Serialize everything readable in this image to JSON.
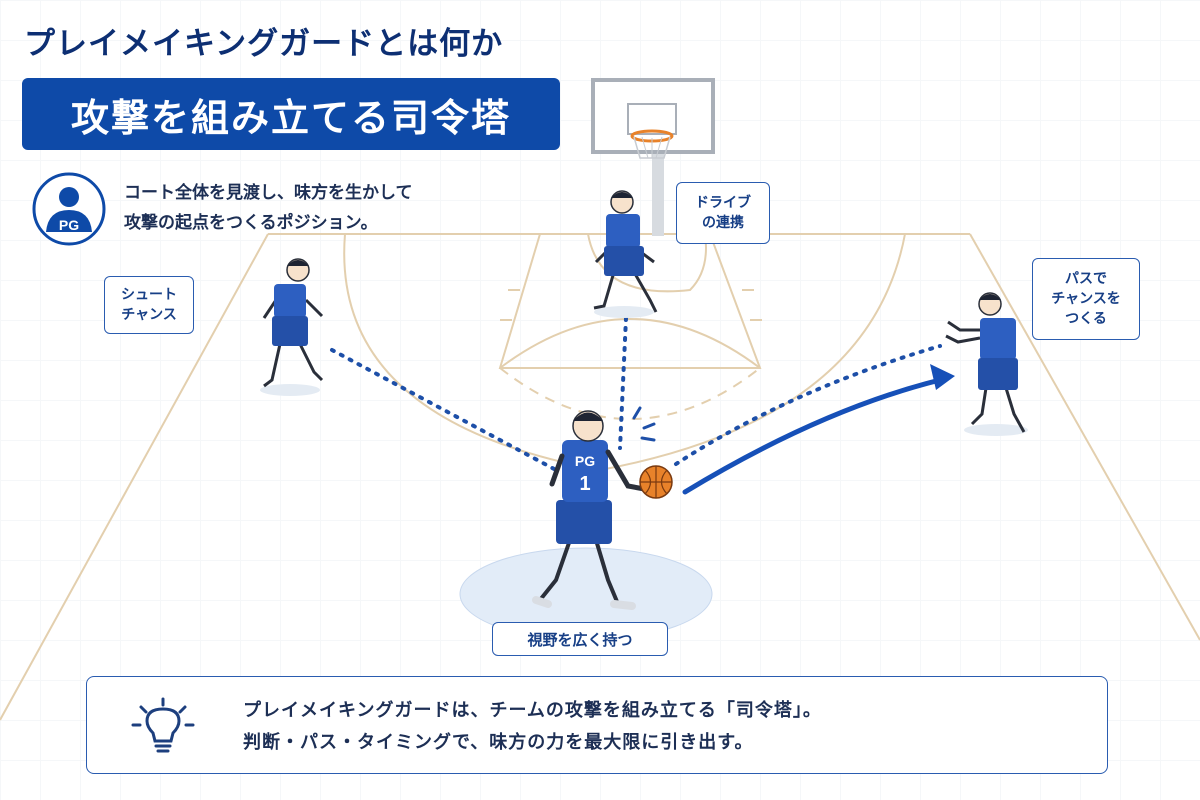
{
  "header": {
    "title": "プレイメイキングガードとは何か",
    "banner": "攻撃を組み立てる司令塔"
  },
  "intro": {
    "avatar_label": "PG",
    "line1": "コート全体を見渡し、味方を生かして",
    "line2": "攻撃の起点をつくるポジション。"
  },
  "callouts": {
    "drive": [
      "ドライブ",
      "の連携"
    ],
    "shoot": [
      "シュート",
      "チャンス"
    ],
    "pass": [
      "パスで",
      "チャンスを",
      "つくる"
    ],
    "vision": "視野を広く持つ"
  },
  "point_guard": {
    "jersey_position": "PG",
    "jersey_number": "1"
  },
  "summary": {
    "line1": "プレイメイキングガードは、チームの攻撃を組み立てる「司令塔」。",
    "line2": "判断・パス・タイミングで、味方の力を最大限に引き出す。"
  },
  "icons": {
    "avatar": "person-icon",
    "summary": "lightbulb-icon",
    "hoop": "basketball-hoop-icon",
    "ball": "basketball-icon"
  },
  "colors": {
    "primary": "#0e4aa8",
    "title": "#0d2f73",
    "court_line": "#e3cfae",
    "ball": "#e8822a"
  }
}
